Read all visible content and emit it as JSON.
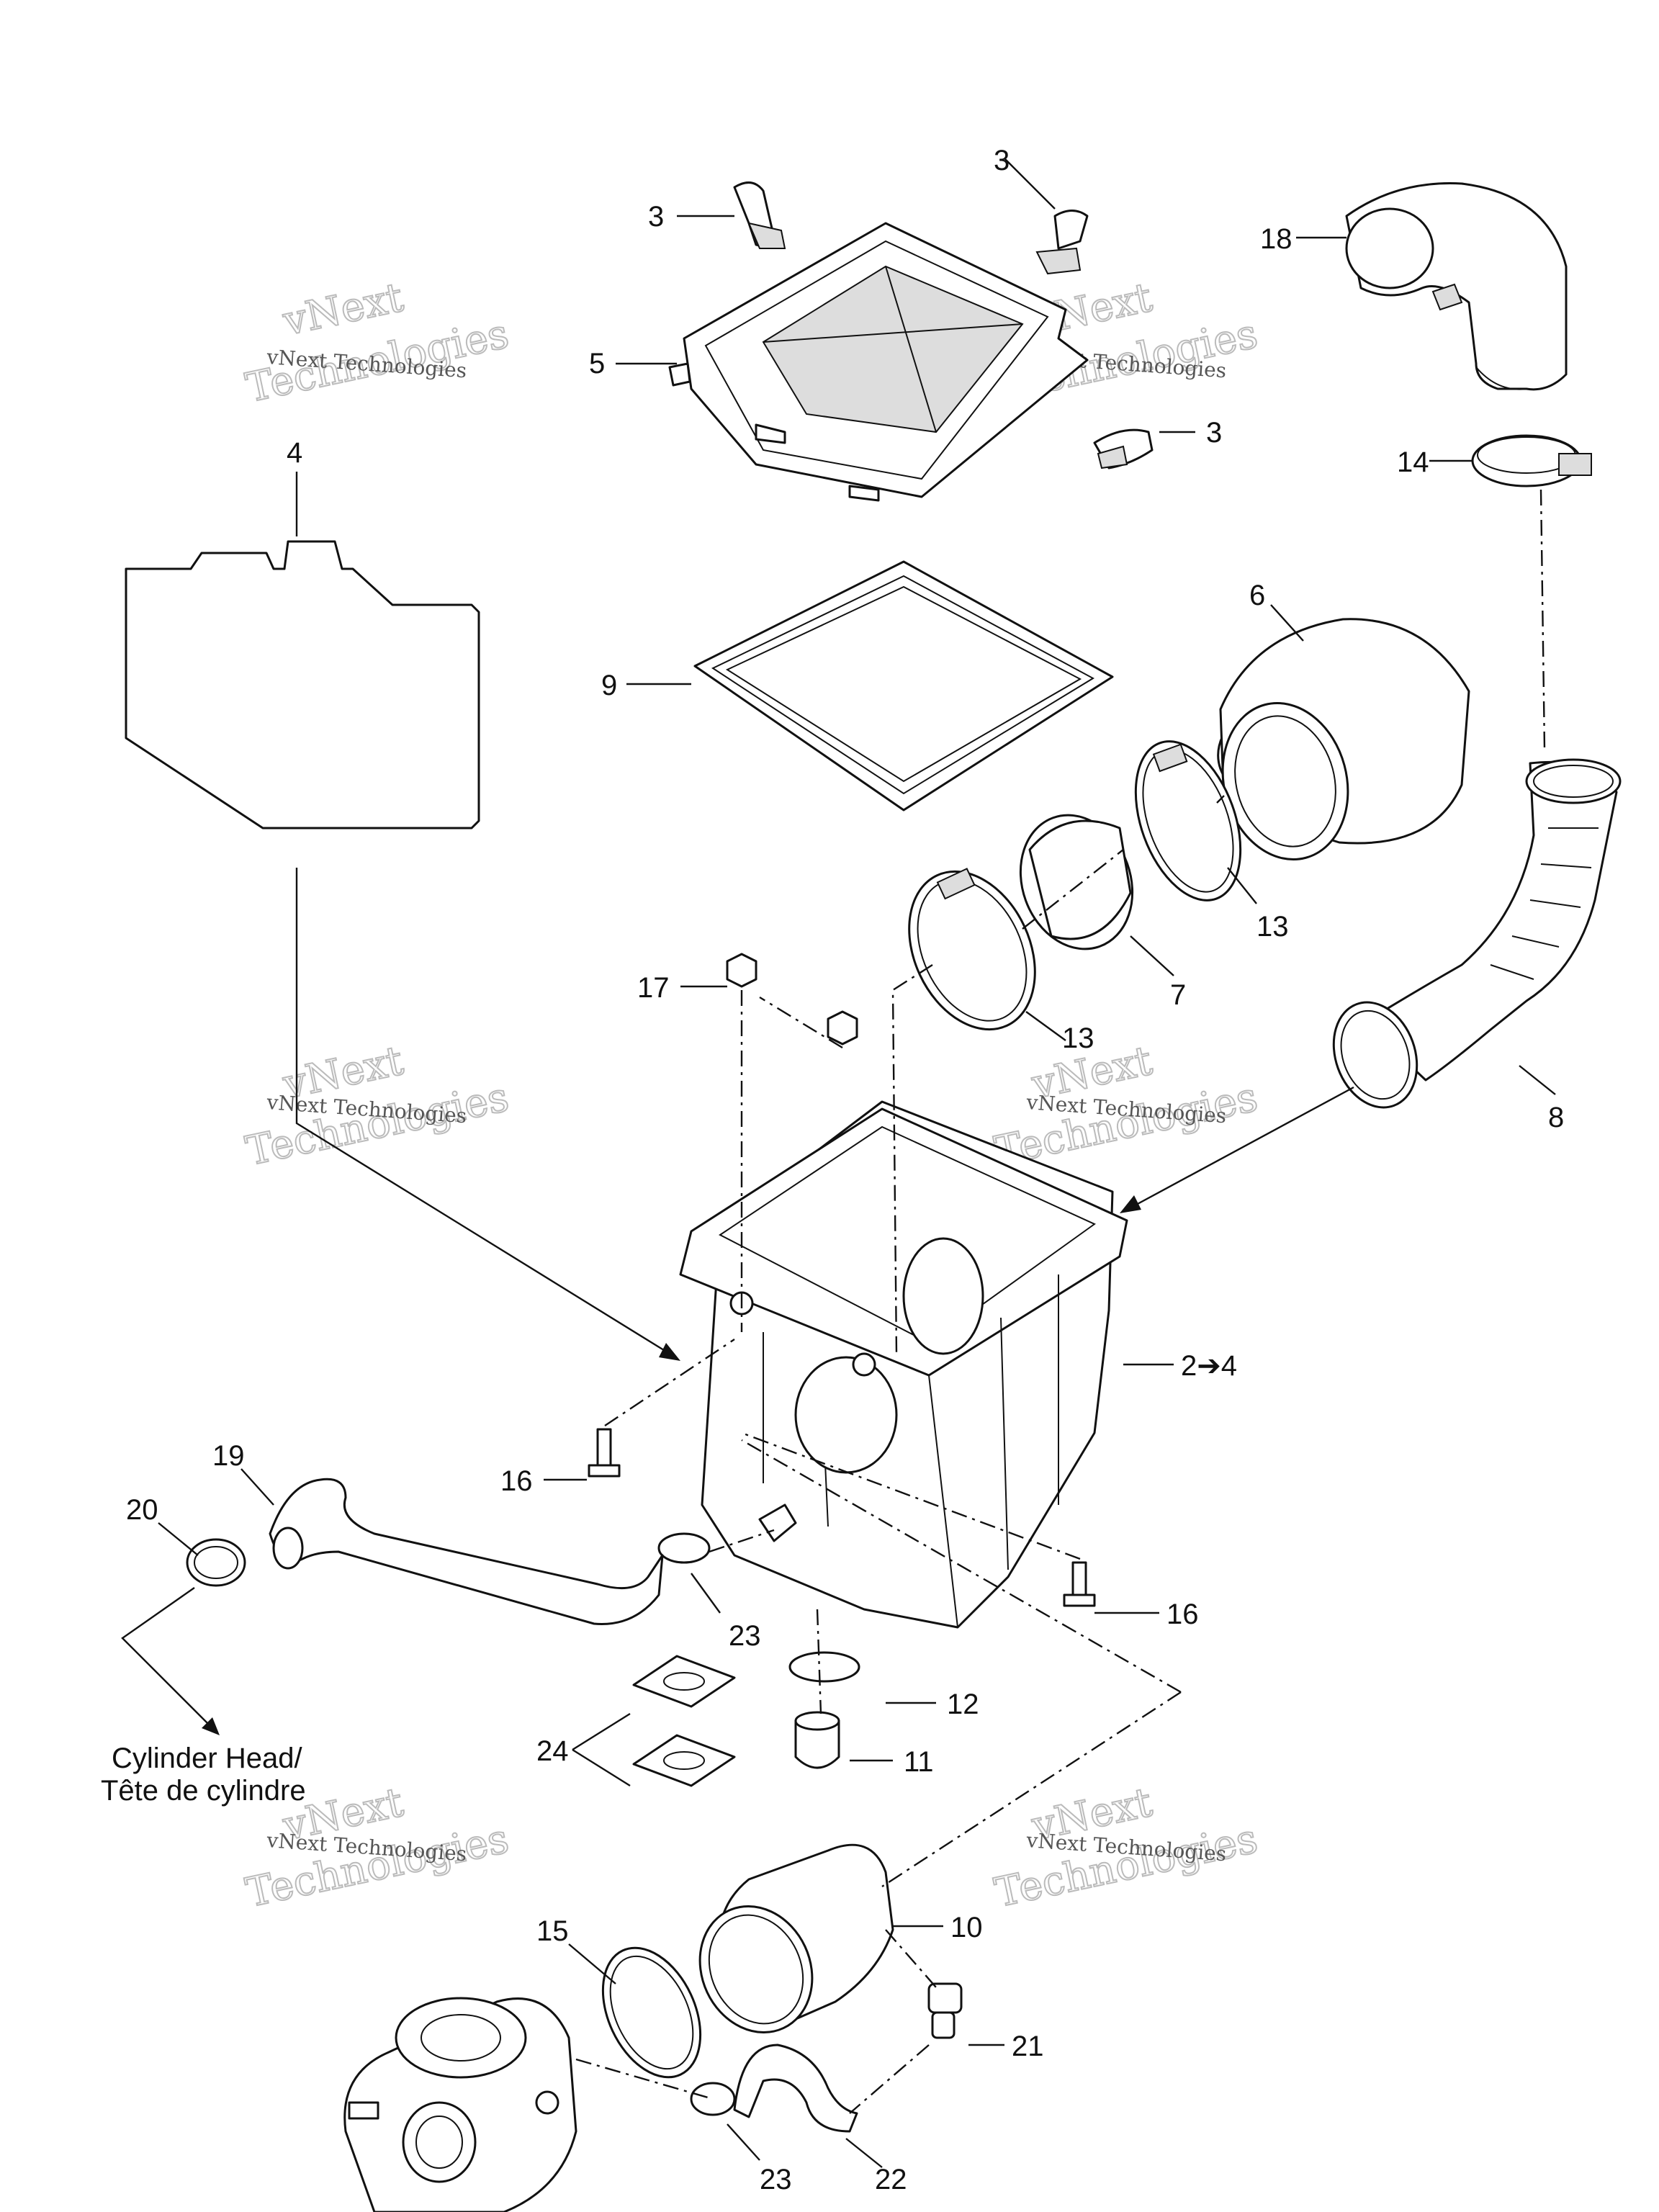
{
  "diagram": {
    "part_numbers": {
      "p3a": "3",
      "p3b": "3",
      "p3c": "3",
      "p5": "5",
      "p4": "4",
      "p9": "9",
      "p6": "6",
      "p18": "18",
      "p14": "14",
      "p13a": "13",
      "p13b": "13",
      "p7": "7",
      "p17": "17",
      "p8": "8",
      "p2_4": "2➔4",
      "p16a": "16",
      "p16b": "16",
      "p19": "19",
      "p20": "20",
      "p23a": "23",
      "p12": "12",
      "p11": "11",
      "p24": "24",
      "p10": "10",
      "p15": "15",
      "p21": "21",
      "p23b": "23",
      "p22": "22"
    },
    "destination_label_line1": "Cylinder Head/",
    "destination_label_line2": "Tête de cylindre",
    "watermark_small": "vNext Technologies",
    "watermark_big_1": "vNext",
    "watermark_big_2": "Technologies"
  }
}
